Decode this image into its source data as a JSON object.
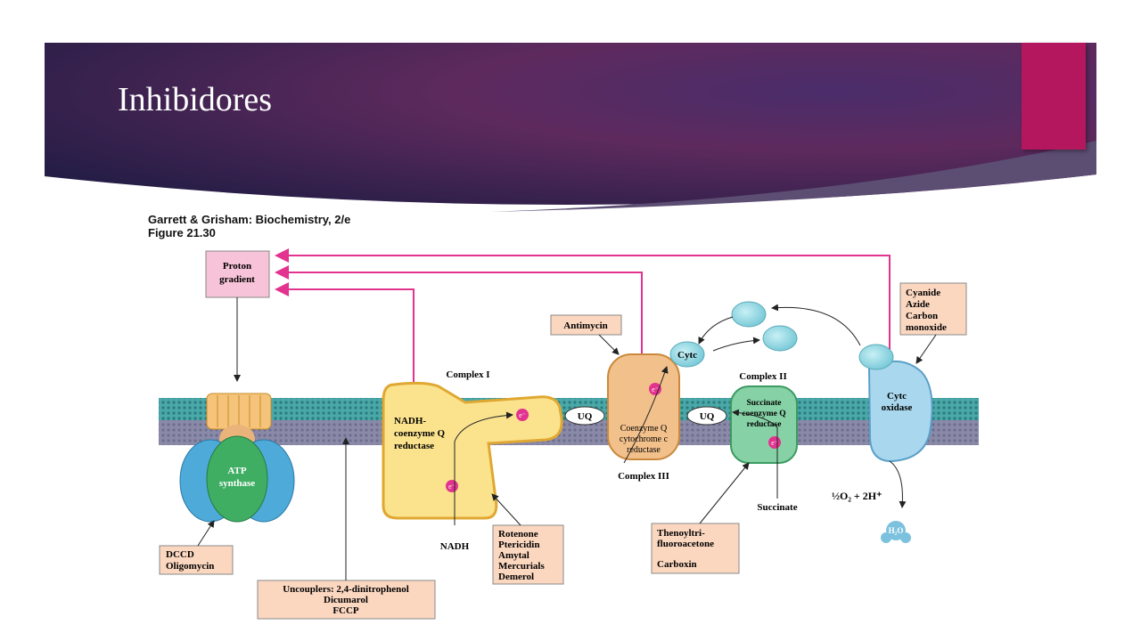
{
  "slide": {
    "title": "Inhibidores",
    "banner_color_left": "#2a1f4e",
    "banner_color_mid": "#5e2a5e",
    "accent_tab_color": "#b5175f"
  },
  "figure": {
    "credit_line1": "Garrett & Grisham: Biochemistry, 2/e",
    "credit_line2": "Figure 21.30",
    "proton_gradient": [
      "Proton",
      "gradient"
    ],
    "atp_synthase": [
      "ATP",
      "synthase"
    ],
    "complex1_title": "Complex I",
    "complex1_label": [
      "NADH-",
      "coenzyme Q",
      "reductase"
    ],
    "complex3_title": "Complex III",
    "complex3_label": [
      "Coenzyme Q",
      "cytochrome c",
      "reductase"
    ],
    "complex2_title": "Complex II",
    "complex2_label": [
      "Succinate",
      "coenzyme Q",
      "reductase"
    ],
    "cytc_oxidase": [
      "Cytc",
      "oxidase"
    ],
    "uq": "UQ",
    "electron": "e⁻",
    "cytc": "Cytc",
    "nadh": "NADH",
    "succinate": "Succinate",
    "water_reaction": "½O₂ + 2H⁺",
    "water": "H₂O",
    "inhibitors": {
      "antimycin": [
        "Antimycin"
      ],
      "cyanide": [
        "Cyanide",
        "Azide",
        "Carbon",
        "monoxide"
      ],
      "rotenone": [
        "Rotenone",
        "Ptericidin",
        "Amytal",
        "Mercurials",
        "Demerol"
      ],
      "thenoyl": [
        "Thenoyltri-",
        "fluoroacetone",
        "",
        "Carboxin"
      ],
      "dccd": [
        "DCCD",
        "Oligomycin"
      ],
      "uncouplers": [
        "Uncouplers: 2,4-dinitrophenol",
        "Dicumarol",
        "FCCP"
      ]
    }
  }
}
